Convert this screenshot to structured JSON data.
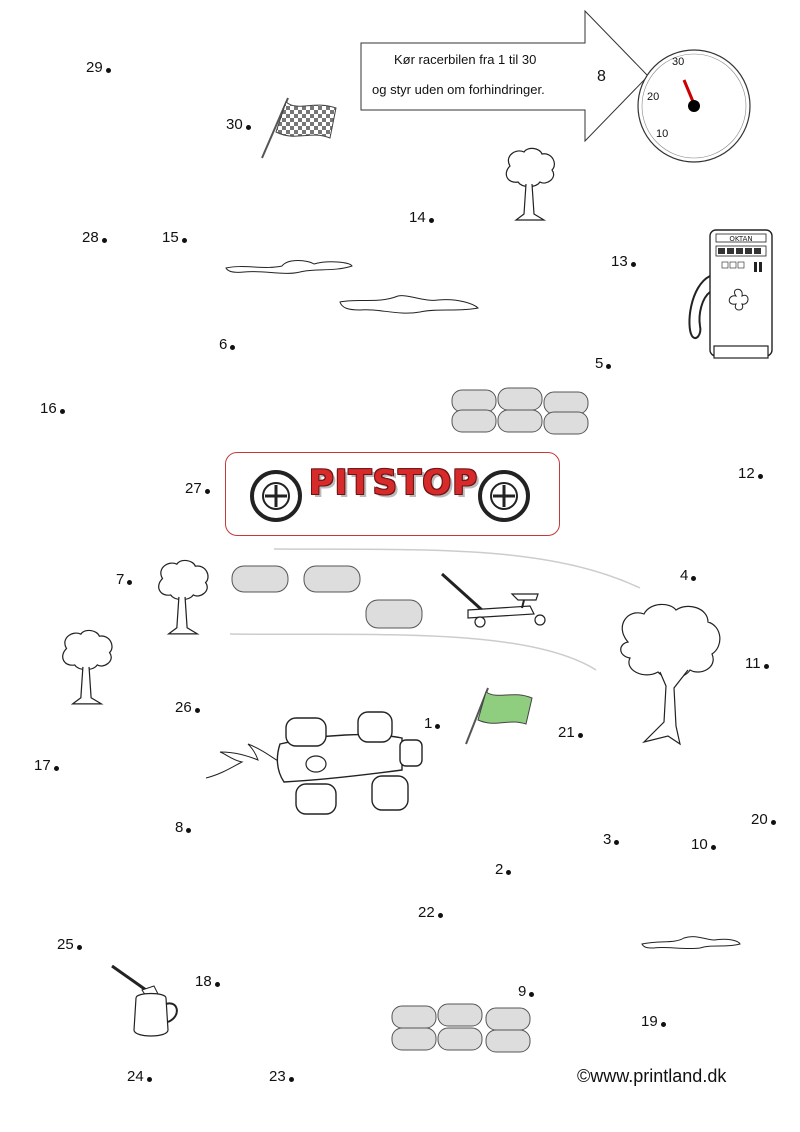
{
  "instruction": {
    "line1": "Kør racerbilen fra 1 til 30",
    "line2": "og styr uden om forhindringer.",
    "badge": "8"
  },
  "speedometer": {
    "labels": [
      "30",
      "20",
      "10"
    ]
  },
  "pitstop_sign": "PITSTOP",
  "credit": "©www.printland.dk",
  "dots": {
    "d1": "1",
    "d2": "2",
    "d3": "3",
    "d4": "4",
    "d5": "5",
    "d6": "6",
    "d7": "7",
    "d8": "8",
    "d9": "9",
    "d10": "10",
    "d11": "11",
    "d12": "12",
    "d13": "13",
    "d14": "14",
    "d15": "15",
    "d16": "16",
    "d17": "17",
    "d18": "18",
    "d19": "19",
    "d20": "20",
    "d21": "21",
    "d22": "22",
    "d23": "23",
    "d24": "24",
    "d25": "25",
    "d26": "26",
    "d27": "27",
    "d28": "28",
    "d29": "29",
    "d30": "30"
  },
  "colors": {
    "flag_finish": "#888888",
    "flag_start": "#8fce7e",
    "pitstop": "#d72a2a",
    "needle": "#cc0000"
  }
}
